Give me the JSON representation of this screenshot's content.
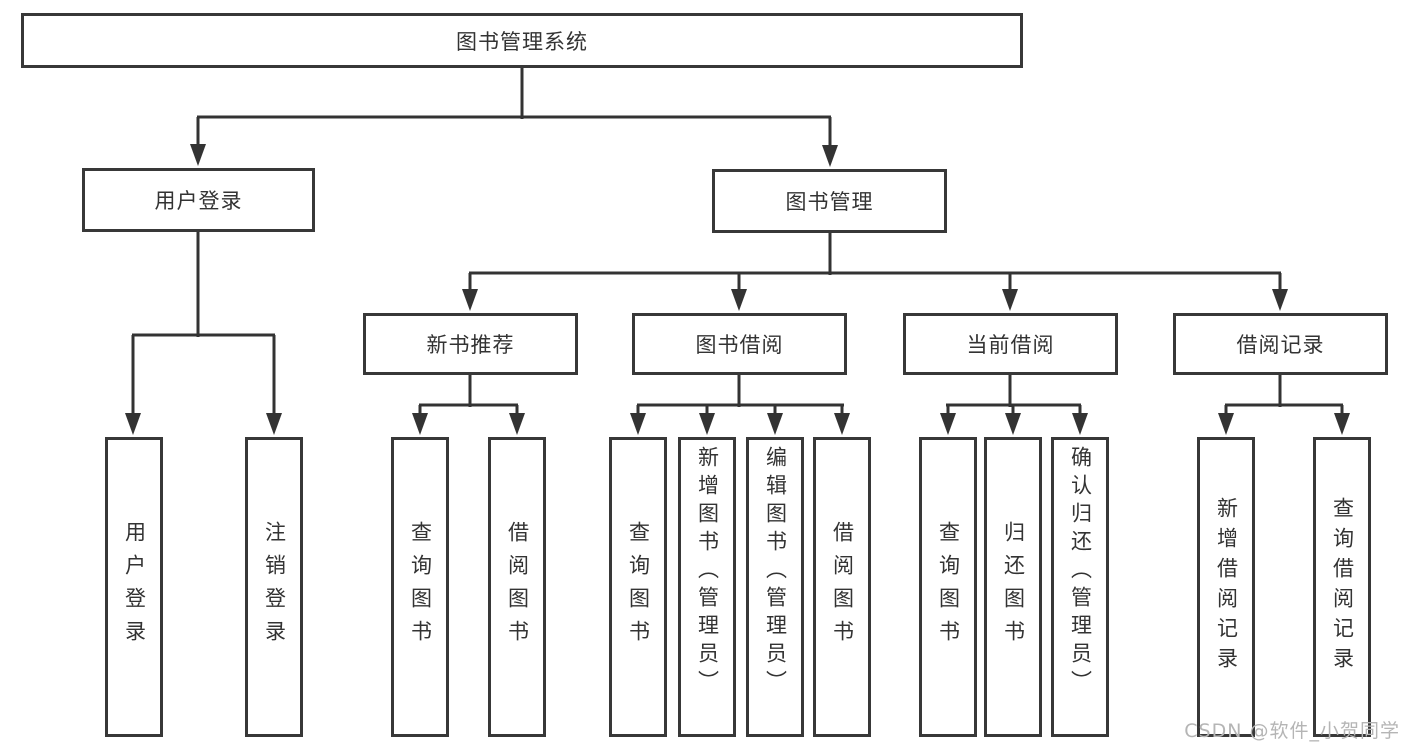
{
  "diagram": {
    "root": "图书管理系统",
    "level2": [
      "用户登录",
      "图书管理"
    ],
    "level3": [
      "新书推荐",
      "图书借阅",
      "当前借阅",
      "借阅记录"
    ],
    "leaves": [
      "用户登录",
      "注销登录",
      "查询图书",
      "借阅图书",
      "查询图书",
      "新增图书（管理员）",
      "编辑图书（管理员）",
      "借阅图书",
      "查询图书",
      "归还图书",
      "确认归还（管理员）",
      "新增借阅记录",
      "查询借阅记录"
    ]
  },
  "watermark": "CSDN @软件_小贺同学",
  "colors": {
    "line": "#333333",
    "box_border": "#383838",
    "text": "#333333",
    "watermark": "#b5b5b5",
    "background": "#ffffff"
  }
}
